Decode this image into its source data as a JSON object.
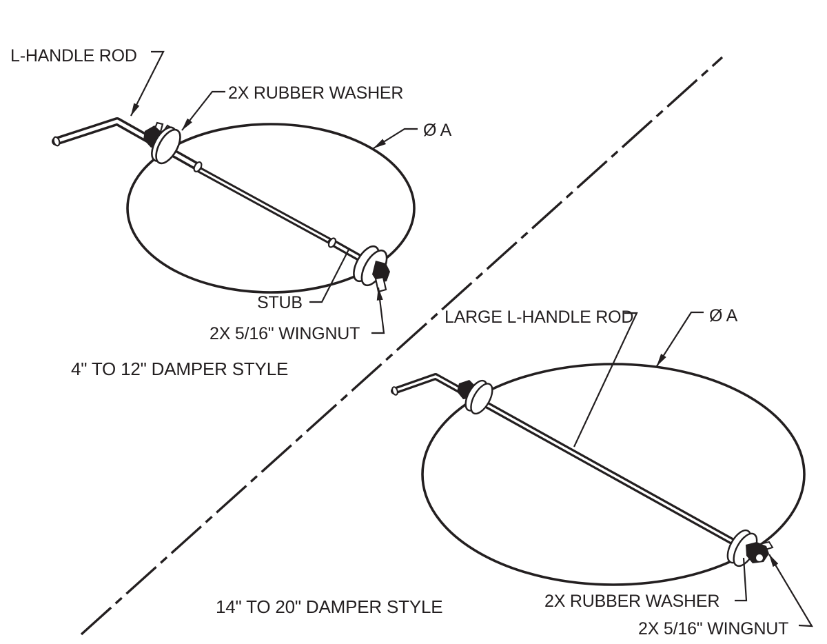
{
  "colors": {
    "ink": "#231f20",
    "background": "#ffffff"
  },
  "top_diagram": {
    "labels": {
      "l_handle_rod": "L-HANDLE ROD",
      "rubber_washer": "2X RUBBER WASHER",
      "diameter": "Ø A",
      "stub": "STUB",
      "wingnut": "2X 5/16\" WINGNUT",
      "caption": "4\" TO 12\" DAMPER STYLE"
    }
  },
  "bottom_diagram": {
    "labels": {
      "l_handle_rod": "LARGE L-HANDLE ROD",
      "diameter": "Ø A",
      "rubber_washer": "2X RUBBER WASHER",
      "wingnut": "2X 5/16\" WINGNUT",
      "caption": "14\" TO 20\" DAMPER STYLE"
    }
  }
}
